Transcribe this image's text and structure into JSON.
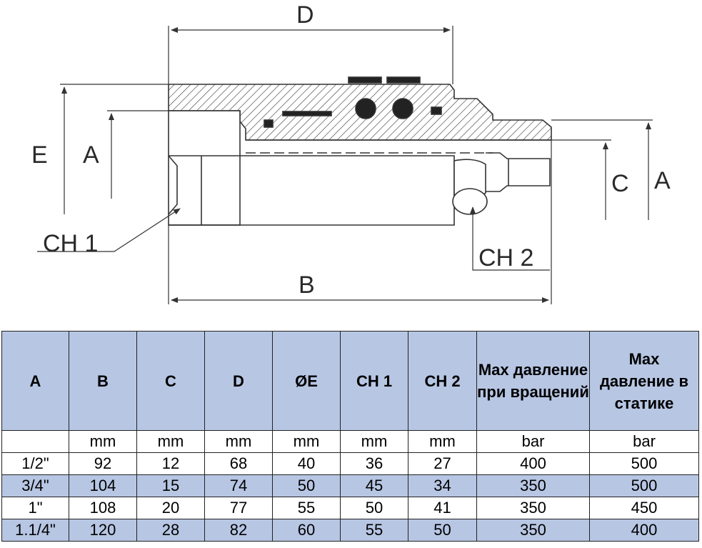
{
  "drawing": {
    "labels": {
      "d": "D",
      "e": "E",
      "a_left": "A",
      "ch1": "CH 1",
      "b": "B",
      "c": "C",
      "a_right": "A",
      "ch2": "CH 2"
    }
  },
  "table": {
    "headers": [
      "A",
      "B",
      "C",
      "D",
      "ØE",
      "CH 1",
      "CH 2",
      "Max давление при вращений",
      "Max давление в статике"
    ],
    "units": [
      "",
      "mm",
      "mm",
      "mm",
      "mm",
      "mm",
      "mm",
      "bar",
      "bar"
    ],
    "rows": [
      [
        "1/2\"",
        "92",
        "12",
        "68",
        "40",
        "36",
        "27",
        "400",
        "500"
      ],
      [
        "3/4\"",
        "104",
        "15",
        "74",
        "50",
        "45",
        "34",
        "350",
        "500"
      ],
      [
        "1\"",
        "108",
        "20",
        "77",
        "55",
        "50",
        "41",
        "350",
        "450"
      ],
      [
        "1.1/4\"",
        "120",
        "28",
        "82",
        "60",
        "55",
        "50",
        "350",
        "400"
      ]
    ]
  }
}
